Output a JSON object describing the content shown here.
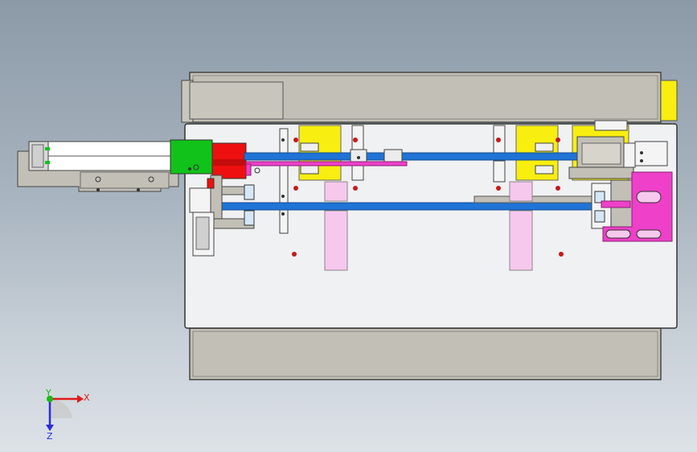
{
  "viewport": {
    "background_top": "#8c9aa8",
    "background_bottom": "#dde2e7"
  },
  "colors": {
    "plate": "#f0f1f3",
    "body_gray": "#c2c0b6",
    "yellow": "#f8ee10",
    "blue_rail": "#1f74d6",
    "magenta": "#ee40c8",
    "pink": "#f7c8ee",
    "green": "#11c21a",
    "red": "#ee1010",
    "bolt": "#c81818"
  },
  "triad": {
    "x_label": "X",
    "y_label": "Y",
    "z_label": "Z",
    "x_color": "#e11a1a",
    "y_color": "#1ab81a",
    "z_color": "#2a2ae0"
  }
}
